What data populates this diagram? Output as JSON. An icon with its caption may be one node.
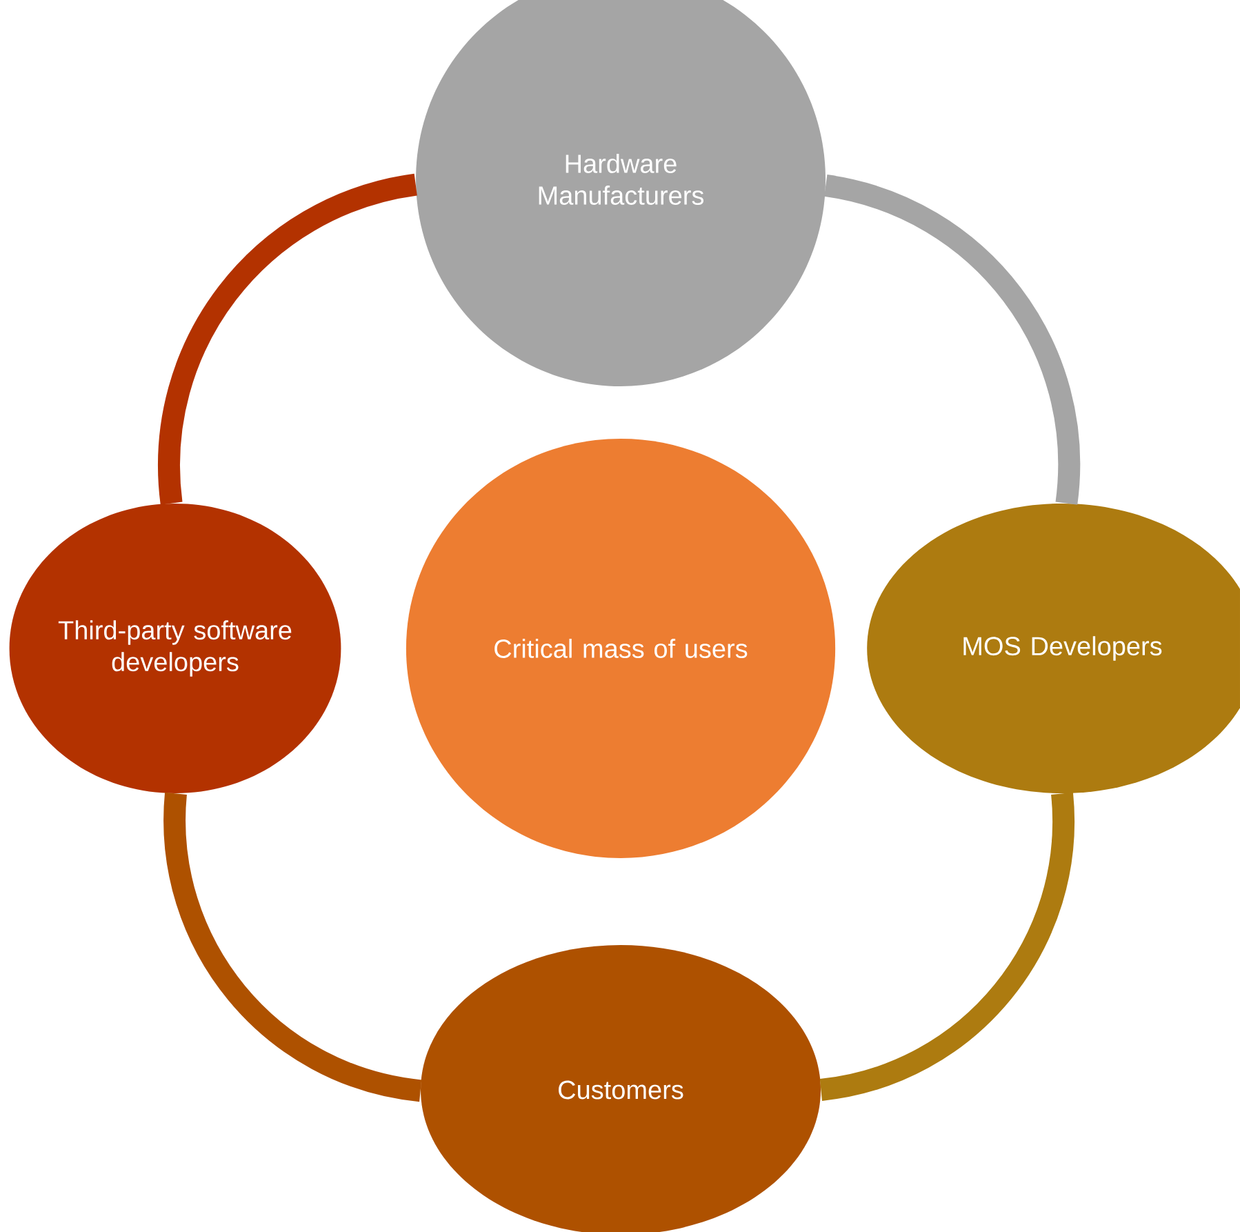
{
  "diagram": {
    "nodes": [
      {
        "text": [
          "Hardware Manufacturers"
        ]
      },
      {
        "text": [
          "Third-party software developers"
        ]
      },
      {
        "text": [
          "Critical mass of users"
        ]
      },
      {
        "text": [
          "MOS Developers"
        ]
      },
      {
        "text": [
          "Customers"
        ]
      }
    ],
    "edges": [
      {
        "from": 0,
        "to": 3,
        "arrow": "none",
        "color": "#a5a5a5"
      },
      {
        "from": 3,
        "to": 4,
        "arrow": "none",
        "color": "#ad7b10"
      },
      {
        "from": 4,
        "to": 1,
        "arrow": "none",
        "color": "#ae5100"
      },
      {
        "from": 1,
        "to": 0,
        "arrow": "none",
        "color": "#b33200"
      }
    ]
  }
}
